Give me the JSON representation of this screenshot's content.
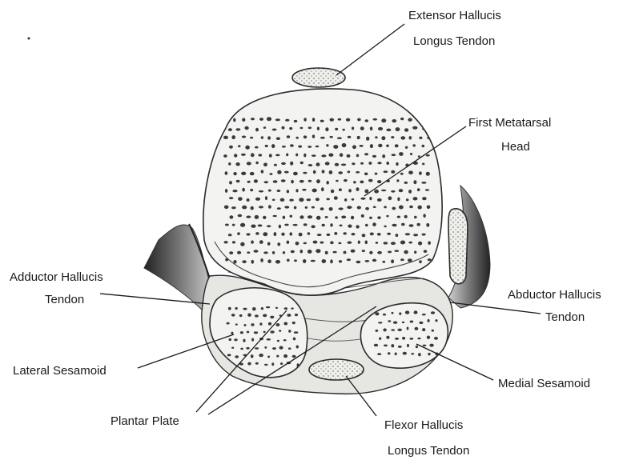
{
  "labels": {
    "ehl_1": "Extensor Hallucis",
    "ehl_2": "Longus Tendon",
    "fmh_1": "First Metatarsal",
    "fmh_2": "Head",
    "add_1": "Adductor Hallucis",
    "add_2": "Tendon",
    "abd_1": "Abductor Hallucis",
    "abd_2": "Tendon",
    "lat": "Lateral Sesamoid",
    "med": "Medial Sesamoid",
    "plantar": "Plantar Plate",
    "fhl_1": "Flexor Hallucis",
    "fhl_2": "Longus Tendon"
  },
  "colors": {
    "line": "#1a1a1a",
    "bone_fill": "#f2f2f0",
    "pore": "#3a3a3a",
    "tendon": "#d8d8d4",
    "muscle_dark": "#4a4a4a"
  }
}
